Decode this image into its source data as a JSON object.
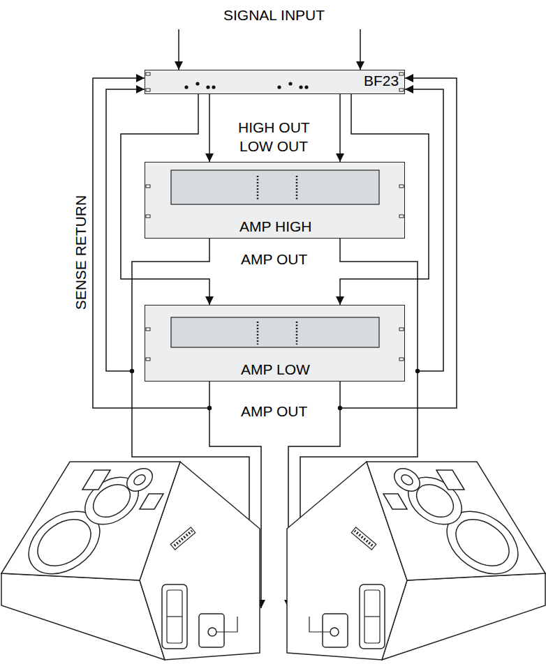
{
  "diagram": {
    "nodes": [
      {
        "text": [
          "BF23"
        ]
      },
      {
        "text": [
          "AMP HIGH"
        ]
      },
      {
        "text": [
          "AMP LOW"
        ]
      }
    ],
    "edges": [
      {
        "from": 0,
        "to": 1,
        "arrow": "to"
      },
      {
        "from": 0,
        "to": 1,
        "arrow": "to"
      },
      {
        "from": 0,
        "to": 2,
        "arrow": "to"
      },
      {
        "from": 0,
        "to": 2,
        "arrow": "to"
      },
      {
        "from": 1,
        "to": 0,
        "arrow": "to"
      },
      {
        "from": 1,
        "to": 0,
        "arrow": "to"
      },
      {
        "from": 2,
        "to": 0,
        "arrow": "to"
      },
      {
        "from": 2,
        "to": 0,
        "arrow": "to"
      }
    ],
    "labels": [
      "SIGNAL INPUT",
      "HIGH OUT",
      "LOW OUT",
      "SENSE RETURN",
      "AMP OUT",
      "AMP OUT"
    ]
  }
}
